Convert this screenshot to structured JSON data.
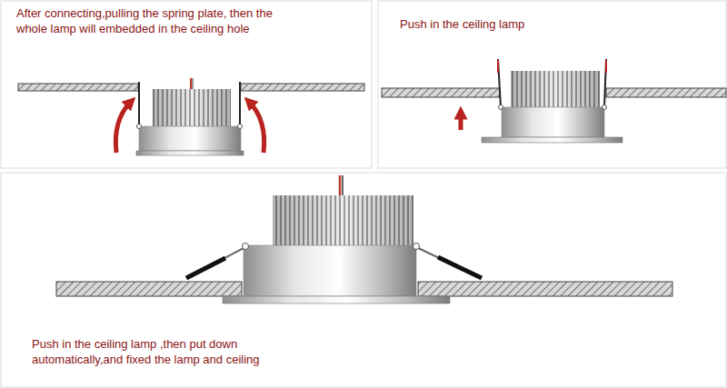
{
  "diagram": {
    "labels": [
      "After connecting,pulling the spring plate, then the whole lamp will embedded in the ceiling hole",
      "Push in the ceiling lamp",
      "Push in the ceiling lamp ,then put down automatically,and fixed the lamp and ceiling"
    ]
  }
}
